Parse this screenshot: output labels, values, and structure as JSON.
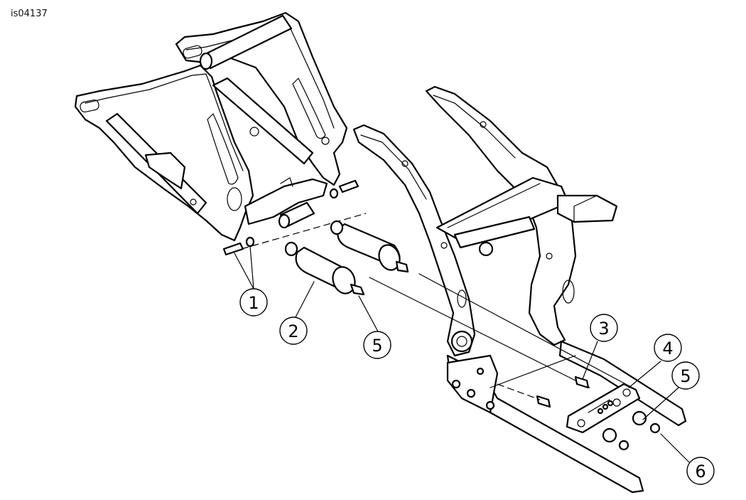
{
  "image_id": "is04137",
  "callouts": [
    {
      "label": "1"
    },
    {
      "label": "2"
    },
    {
      "label": "3"
    },
    {
      "label": "4"
    },
    {
      "label": "5"
    },
    {
      "label": "5"
    },
    {
      "label": "6"
    }
  ]
}
